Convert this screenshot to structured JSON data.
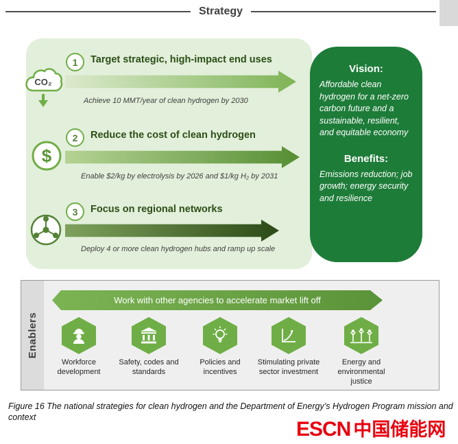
{
  "header": {
    "title": "Strategy"
  },
  "strategies": [
    {
      "number": "1",
      "title": "Target strategic, high-impact end uses",
      "caption": "Achieve 10 MMT/year of clean hydrogen by 2030",
      "icon": "co2-cloud-icon",
      "icon_label": "CO₂"
    },
    {
      "number": "2",
      "title": "Reduce the cost of clean hydrogen",
      "caption": "Enable $2/kg by electrolysis by 2026 and $1/kg H₂ by 2031",
      "icon": "dollar-icon",
      "icon_label": "$"
    },
    {
      "number": "3",
      "title": "Focus on regional networks",
      "caption": "Deploy 4 or more clean hydrogen hubs and ramp up scale",
      "icon": "network-icon"
    }
  ],
  "vision_panel": {
    "vision_label": "Vision:",
    "vision_text": "Affordable clean hydrogen for a net-zero carbon future and a sustainable, resilient, and equitable economy",
    "benefits_label": "Benefits:",
    "benefits_text": "Emissions reduction; job growth; energy security and resilience"
  },
  "enablers": {
    "label": "Enablers",
    "banner": "Work with other agencies to accelerate market lift off",
    "items": [
      {
        "label": "Workforce development",
        "icon": "worker-icon"
      },
      {
        "label": "Safety, codes and standards",
        "icon": "institution-icon"
      },
      {
        "label": "Policies and incentives",
        "icon": "lightbulb-icon"
      },
      {
        "label": "Stimulating private sector investment",
        "icon": "growth-chart-icon"
      },
      {
        "label": "Energy and environmental justice",
        "icon": "people-icon"
      }
    ]
  },
  "figure_caption": "Figure 16 The national strategies for clean hydrogen and the Department of Energy’s Hydrogen Program mission and context",
  "watermark": {
    "latin": "ESCN",
    "chinese": "中国储能网"
  },
  "colors": {
    "light_panel_green": "#e2efda",
    "dark_panel_green": "#1e7c39",
    "accent_green": "#70ad47",
    "watermark_red": "#e8000f"
  }
}
